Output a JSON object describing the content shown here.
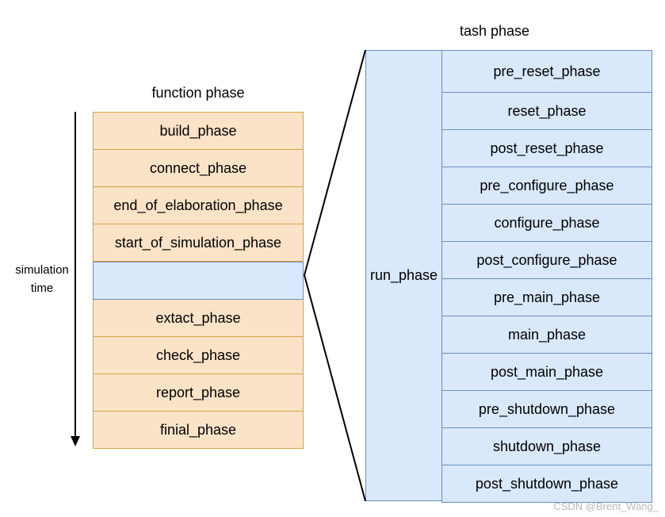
{
  "task_title": "tash phase",
  "function_title": "function phase",
  "time_label": [
    "simulation",
    "time"
  ],
  "run_phase_label": "run_phase",
  "function_phases_before": [
    "build_phase",
    "connect_phase",
    "end_of_elaboration_phase",
    "start_of_simulation_phase"
  ],
  "function_phases_after": [
    "extact_phase",
    "check_phase",
    "report_phase",
    "finial_phase"
  ],
  "task_phases": [
    "pre_reset_phase",
    "reset_phase",
    "post_reset_phase",
    "pre_configure_phase",
    "configure_phase",
    "post_configure_phase",
    "pre_main_phase",
    "main_phase",
    "post_main_phase",
    "pre_shutdown_phase",
    "shutdown_phase",
    "post_shutdown_phase"
  ],
  "watermark": "CSDN @Brent_Wang_",
  "colors": {
    "function_fill": "#fbe3c8",
    "function_stroke": "#d9a441",
    "task_fill": "#dae8fc",
    "task_stroke": "#6c8ebf"
  }
}
